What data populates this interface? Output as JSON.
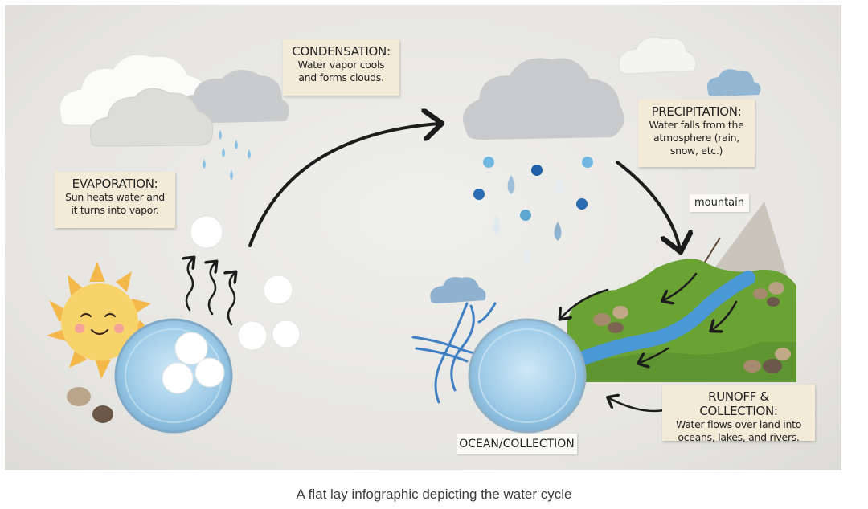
{
  "labels": {
    "condensation": {
      "title": "CONDENSATION:",
      "line1": "Water vapor cools",
      "line2": "and forms clouds."
    },
    "evaporation": {
      "title": "EVAPORATION:",
      "line1": "Sun heats water and",
      "line2": "it turns into vapor."
    },
    "precipitation": {
      "title": "PRECIPITATION:",
      "line1": "Water falls from the",
      "line2": "atmosphere (rain,",
      "line3": "snow, etc.)"
    },
    "runoff": {
      "title": "RUNOFF & COLLECTION:",
      "line1": "Water flows over land into",
      "line2": "oceans, lakes, and rivers."
    },
    "mountain": "mountain",
    "ocean": "OCEAN/COLLECTION"
  },
  "caption": "A flat lay infographic depicting the water cycle",
  "colors": {
    "background": "#e8e7e3",
    "label_paper": "#f3ead8",
    "water": "#a9d3ec",
    "felt_green": "#6aa233",
    "river": "#4a98d6",
    "sun": "#f7c95a",
    "cloud_gray": "#c5c7c9",
    "cloud_blue": "#8fb2d0",
    "arrow": "#1c1c1c"
  }
}
